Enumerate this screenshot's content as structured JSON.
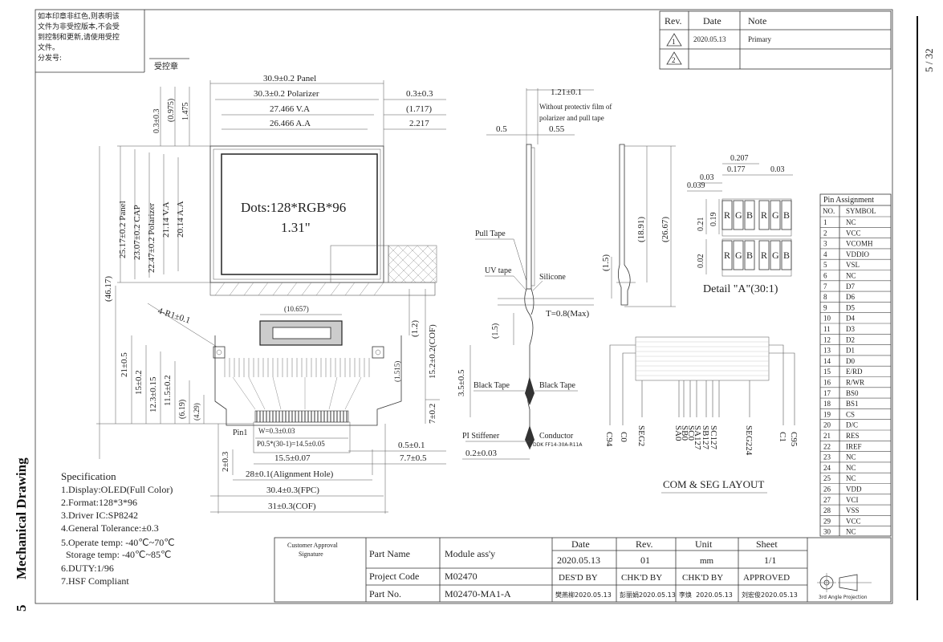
{
  "page_number": "5 / 32",
  "side_title": {
    "number": "5",
    "label": "Mechanical Drawing"
  },
  "control_note": {
    "lines": [
      "如本印章非红色,则表明该",
      "文件为非受控版本,不会受",
      "到控制和更新,请使用受控",
      "文件。",
      "分发号:"
    ],
    "stamp_label": "受控章"
  },
  "revision_table": {
    "headers": [
      "Rev.",
      "Date",
      "Note"
    ],
    "rows": [
      {
        "rev": "1",
        "date": "2020.05.13",
        "note": "Primary"
      },
      {
        "rev": "2",
        "date": "",
        "note": ""
      }
    ]
  },
  "front_view": {
    "dims_top": [
      "30.9±0.2 Panel",
      "30.3±0.2 Polarizer",
      "27.466 V.A",
      "26.466 A.A"
    ],
    "dims_top_right": [
      "0.3±0.3",
      "(1.717)",
      "2.217"
    ],
    "dims_top_vertical": [
      "0.3±0.3",
      "(0.975)",
      "1.475"
    ],
    "dims_left": [
      "25.17±0.2 Panel",
      "23.07±0.2 CAP",
      "22.47±0.2 Polarizer",
      "21.14 V.A",
      "20.14 A.A"
    ],
    "dims_left_lower": [
      "(46.17)",
      "21±0.5",
      "15±0.2",
      "12.3±0.15",
      "11.5±0.2",
      "(6.19)",
      "(4.29)"
    ],
    "display_text": "Dots:128*RGB*96",
    "display_size": "1.31\"",
    "cof_dims": [
      "(10.657)",
      "4-R1±0.1",
      "(1.2)",
      "15.2±0.2(COF)",
      "(1.515)",
      "7±0.2"
    ],
    "pin_labels": [
      "Pin1",
      "W=0.3±0.03",
      "P0.5*(30-1)=14.5±0.05"
    ],
    "dims_bottom": [
      "0.5±0.1",
      "15.5±0.07",
      "7.7±0.5",
      "28±0.1(Alignment Hole)",
      "30.4±0.3(FPC)",
      "31±0.3(COF)",
      "2±0.3"
    ]
  },
  "side_view": {
    "dims": [
      "1.21±0.1",
      "0.5",
      "0.55",
      "T=0.8(Max)",
      "(1.5)",
      "3.5±0.5",
      "0.2±0.03"
    ],
    "note": [
      "Without protectiv film of",
      "polarizer and pull tape"
    ],
    "labels": [
      "Pull Tape",
      "UV tape",
      "Silicone",
      "Black Tape",
      "Black Tape",
      "PI Stiffener",
      "Conductor"
    ],
    "connector": "DDK FF14-30A-R11A"
  },
  "section_view": {
    "dims": [
      "(1.5)",
      "(18.91)",
      "(26.67)"
    ]
  },
  "detail_a": {
    "dims": [
      "0.207",
      "0.177",
      "0.03",
      "0.03",
      "0.039",
      "0.21",
      "0.19",
      "0.02"
    ],
    "rgb": [
      "R",
      "G",
      "B",
      "R",
      "G",
      "B"
    ],
    "title": "Detail \"A\"(30:1)"
  },
  "com_seg": {
    "labels": [
      "C94",
      "C0",
      "SEG2",
      "SA0",
      "SB0",
      "SC0",
      "SA127",
      "SB127",
      "SC127",
      "SEG224",
      "C1",
      "C95"
    ],
    "title": "COM & SEG LAYOUT"
  },
  "pin_assignment": {
    "title": "Pin Assignment",
    "headers": [
      "NO.",
      "SYMBOL"
    ],
    "pins": [
      [
        "1",
        "NC"
      ],
      [
        "2",
        "VCC"
      ],
      [
        "3",
        "VCOMH"
      ],
      [
        "4",
        "VDDIO"
      ],
      [
        "5",
        "VSL"
      ],
      [
        "6",
        "NC"
      ],
      [
        "7",
        "D7"
      ],
      [
        "8",
        "D6"
      ],
      [
        "9",
        "D5"
      ],
      [
        "10",
        "D4"
      ],
      [
        "11",
        "D3"
      ],
      [
        "12",
        "D2"
      ],
      [
        "13",
        "D1"
      ],
      [
        "14",
        "D0"
      ],
      [
        "15",
        "E/RD"
      ],
      [
        "16",
        "R/WR"
      ],
      [
        "17",
        "BS0"
      ],
      [
        "18",
        "BS1"
      ],
      [
        "19",
        "CS"
      ],
      [
        "20",
        "D/C"
      ],
      [
        "21",
        "RES"
      ],
      [
        "22",
        "IREF"
      ],
      [
        "23",
        "NC"
      ],
      [
        "24",
        "NC"
      ],
      [
        "25",
        "NC"
      ],
      [
        "26",
        "VDD"
      ],
      [
        "27",
        "VCI"
      ],
      [
        "28",
        "VSS"
      ],
      [
        "29",
        "VCC"
      ],
      [
        "30",
        "NC"
      ]
    ]
  },
  "specification": {
    "title": "Specification",
    "items": [
      "1.Display:OLED(Full Color)",
      "2.Format:128*3*96",
      "3.Driver IC:SP8242",
      "4.General Tolerance:±0.3",
      "5.Operate temp: -40℃~70℃",
      "  Storage temp: -40℃~85℃",
      "6.DUTY:1/96",
      "7.HSF Compliant"
    ]
  },
  "title_block": {
    "approval": [
      "Customer Approval",
      "Signature"
    ],
    "part_name_label": "Part Name",
    "part_name": "Module ass'y",
    "project_code_label": "Project Code",
    "project_code": "M02470",
    "part_no_label": "Part No.",
    "part_no": "M02470-MA1-A",
    "headers": [
      "Date",
      "Rev.",
      "Unit",
      "Sheet"
    ],
    "values": [
      "2020.05.13",
      "01",
      "mm",
      "1/1"
    ],
    "sign_headers": [
      "DES'D BY",
      "CHK'D BY",
      "CHK'D BY",
      "APPROVED"
    ],
    "signers": [
      "樊燕柳2020.05.13",
      "彭丽娟2020.05.13",
      "李焕  2020.05.13",
      "刘宏俊2020.05.13"
    ],
    "projection": "3rd Angle Projection"
  }
}
